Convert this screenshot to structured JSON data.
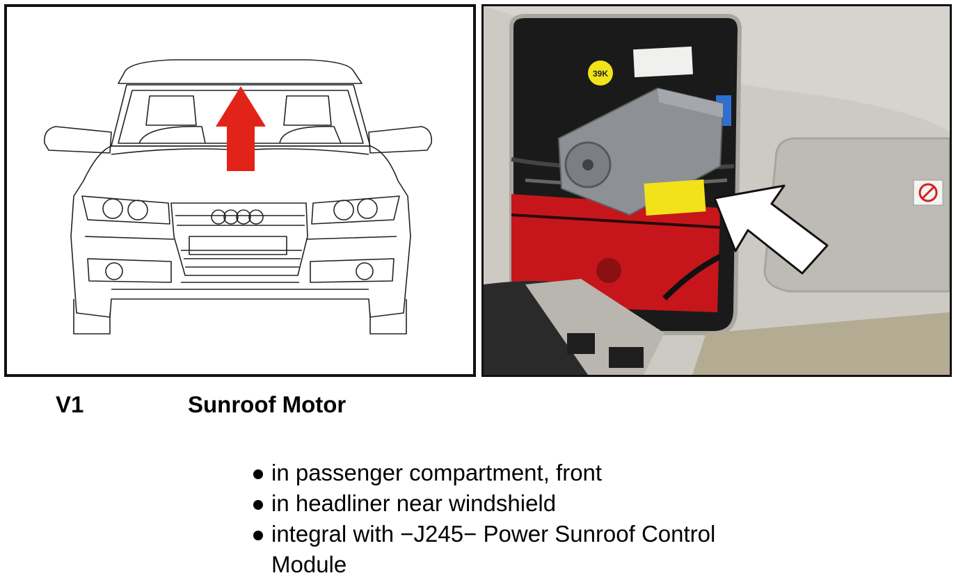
{
  "component": {
    "code": "V1",
    "name": "Sunroof Motor"
  },
  "locations": [
    "in passenger compartment, front",
    "in headliner near windshield",
    "integral with −J245− Power Sunroof Control Module"
  ],
  "photo": {
    "label_sticker": "39K"
  },
  "colors": {
    "arrow_red": "#e2231a",
    "pointer_white": "#ffffff",
    "sticker_yellow": "#f2e21a"
  }
}
